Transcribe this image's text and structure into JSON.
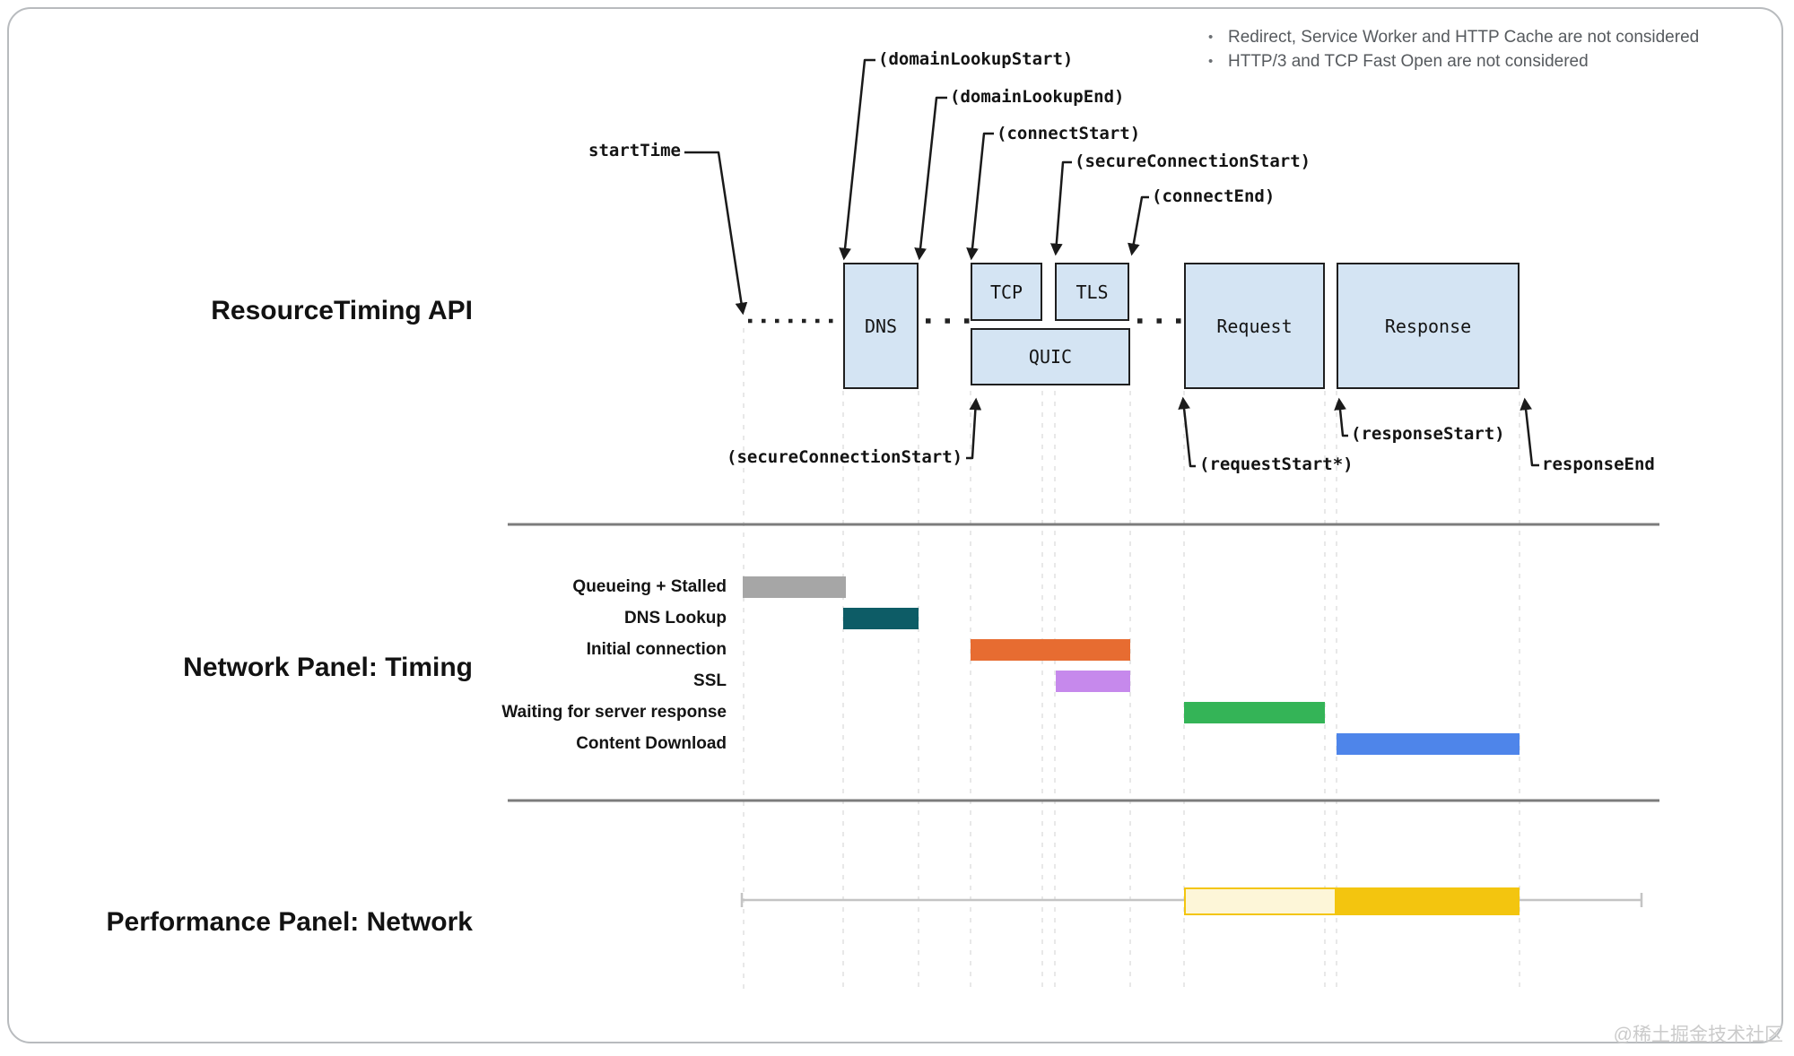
{
  "notes": [
    "Redirect, Service Worker and HTTP Cache are not considered",
    "HTTP/3 and TCP Fast Open are not considered"
  ],
  "sections": [
    {
      "id": "resource-timing-api",
      "label": "ResourceTiming API"
    },
    {
      "id": "network-panel-timing",
      "label": "Network Panel: Timing"
    },
    {
      "id": "performance-panel-network",
      "label": "Performance Panel: Network"
    }
  ],
  "timeline_boxes": [
    {
      "id": "dns",
      "label": "DNS"
    },
    {
      "id": "tcp",
      "label": "TCP"
    },
    {
      "id": "tls",
      "label": "TLS"
    },
    {
      "id": "quic",
      "label": "QUIC"
    },
    {
      "id": "request",
      "label": "Request"
    },
    {
      "id": "response",
      "label": "Response"
    }
  ],
  "event_labels": [
    {
      "id": "start-time",
      "label": "startTime"
    },
    {
      "id": "domain-lookup-start",
      "label": "(domainLookupStart)"
    },
    {
      "id": "domain-lookup-end",
      "label": "(domainLookupEnd)"
    },
    {
      "id": "connect-start",
      "label": "(connectStart)"
    },
    {
      "id": "secure-connection-start-top",
      "label": "(secureConnectionStart)"
    },
    {
      "id": "connect-end",
      "label": "(connectEnd)"
    },
    {
      "id": "secure-connection-start-bottom",
      "label": "(secureConnectionStart)"
    },
    {
      "id": "request-start",
      "label": "(requestStart*)"
    },
    {
      "id": "response-start",
      "label": "(responseStart)"
    },
    {
      "id": "response-end",
      "label": "responseEnd"
    }
  ],
  "network_rows": [
    {
      "label": "Queueing + Stalled",
      "color": "#a6a6a6"
    },
    {
      "label": "DNS Lookup",
      "color": "#0d5c66"
    },
    {
      "label": "Initial connection",
      "color": "#e76c31"
    },
    {
      "label": "SSL",
      "color": "#c689ec"
    },
    {
      "label": "Waiting for server response",
      "color": "#34b457"
    },
    {
      "label": "Content Download",
      "color": "#4e85ea"
    }
  ],
  "performance_bars": [
    {
      "id": "request-phase",
      "color": "#fdf6d8",
      "border": "#f3c50f"
    },
    {
      "id": "response-phase",
      "color": "#f3c50f",
      "border": "#f3c50f"
    }
  ],
  "colors": {
    "box_fill": "#d4e4f3",
    "box_border": "#1f1f1f",
    "arrow": "#1a1a1a",
    "guide": "#e0e0e0",
    "separator": "#7c7c7c",
    "whisker": "#c4c4c4",
    "notes_text": "#565a5e",
    "watermark": "#cbcbcb"
  },
  "watermark": "@稀土掘金技术社区"
}
